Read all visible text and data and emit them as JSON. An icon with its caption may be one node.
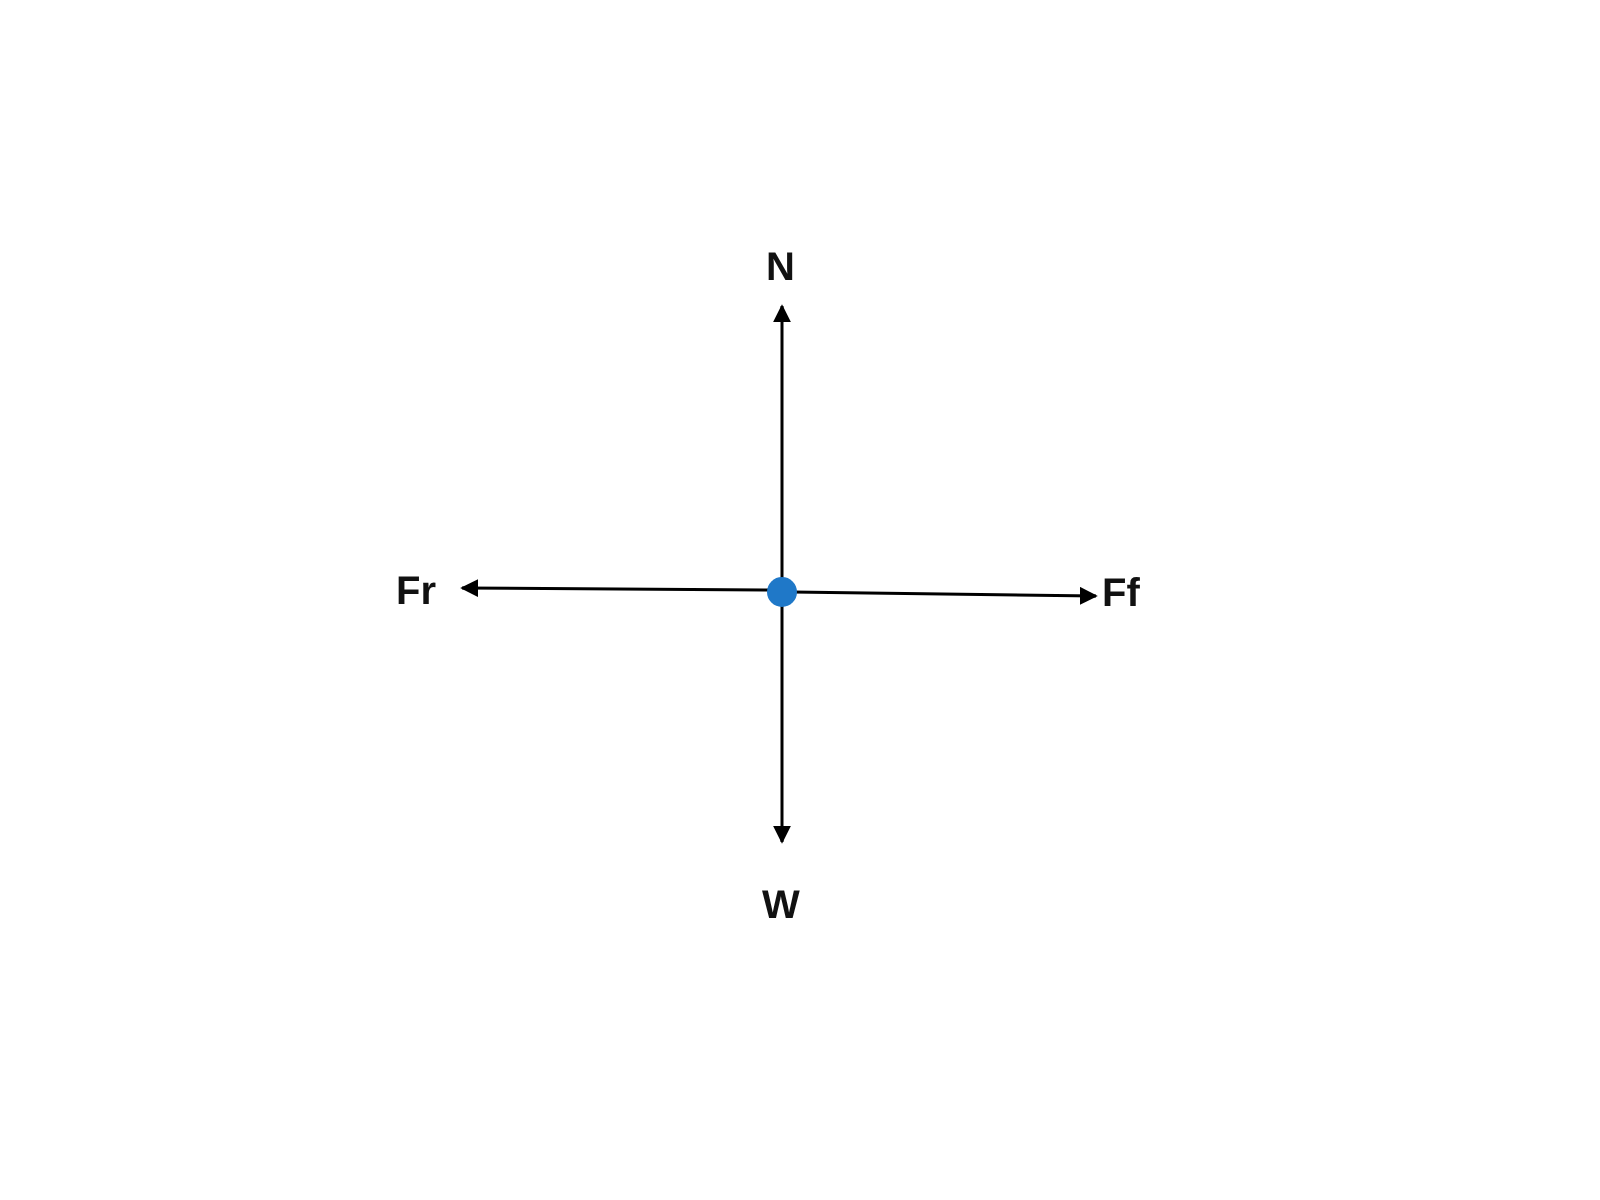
{
  "diagram": {
    "labels": [
      "N",
      "Fr",
      "Ff",
      "W"
    ]
  }
}
